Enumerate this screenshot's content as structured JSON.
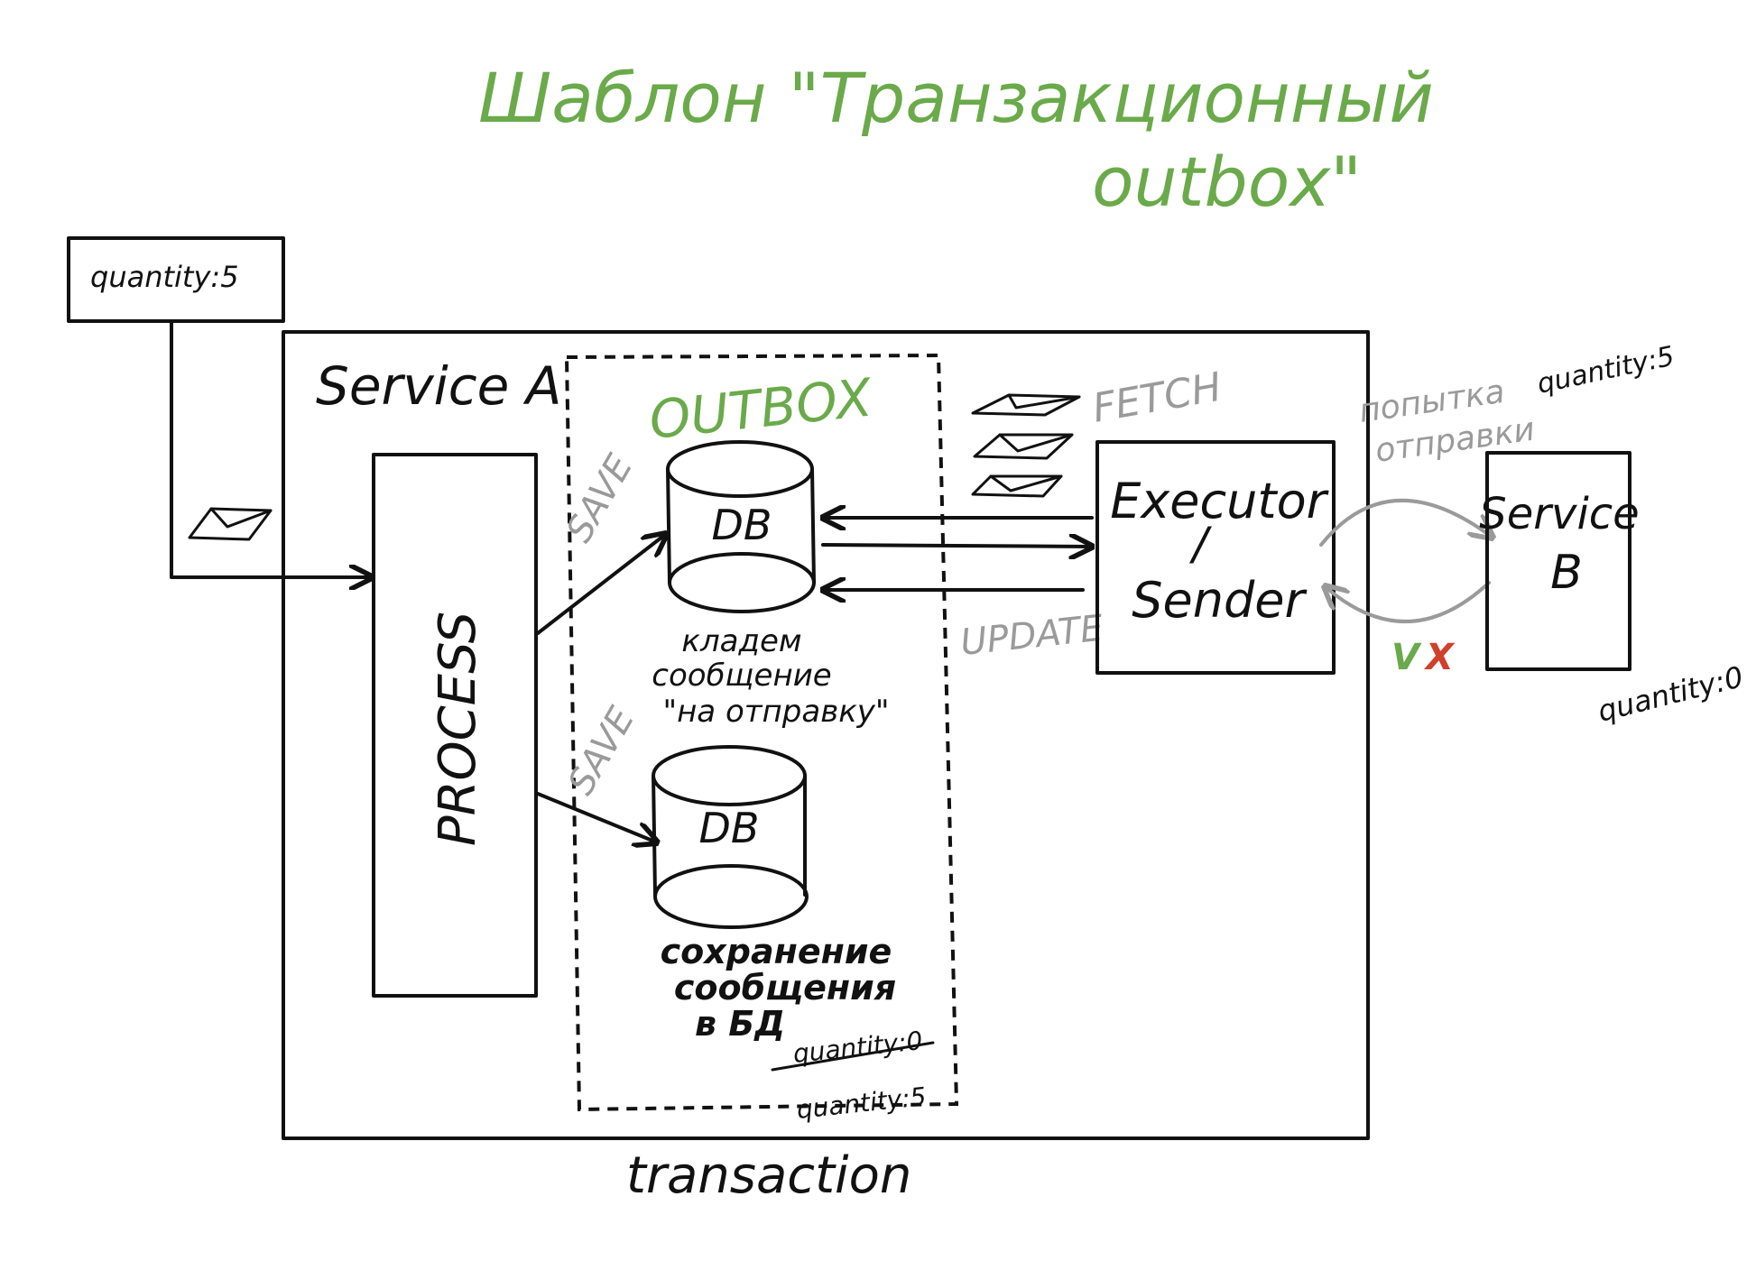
{
  "title": {
    "line1": "Шаблон \"Транзакционный",
    "line2": "outbox\""
  },
  "input_message": "quantity:5",
  "service_a": {
    "label": "Service A",
    "process_label": "PROCESS"
  },
  "outbox": {
    "label": "OUTBOX",
    "save_label_top": "SAVE",
    "save_label_bottom": "SAVE",
    "db_top": "DB",
    "db_top_caption": [
      "кладем",
      "сообщение",
      "\"на отправку\""
    ],
    "db_bottom": "DB",
    "db_bottom_caption": [
      "сохранение",
      "сообщения",
      "в БД"
    ],
    "quantity_struck": "quantity:0",
    "quantity_new": "quantity:5"
  },
  "fetch_label": "FETCH",
  "update_label": "UPDATE",
  "executor": {
    "line1": "Executor",
    "line2": "/",
    "line3": "Sender"
  },
  "attempt_label": [
    "попытка",
    "отправки"
  ],
  "result_ok": "V",
  "result_fail": "X",
  "service_b": {
    "line1": "Service",
    "line2": "B",
    "quantity_top": "quantity:5",
    "quantity_bottom": "quantity:0"
  },
  "transaction_label": "transaction",
  "colors": {
    "title": "#6aaa4a",
    "annotation": "#9a9a9a",
    "ok": "#6aaa4a",
    "fail": "#d0412c",
    "ink": "#111111"
  }
}
